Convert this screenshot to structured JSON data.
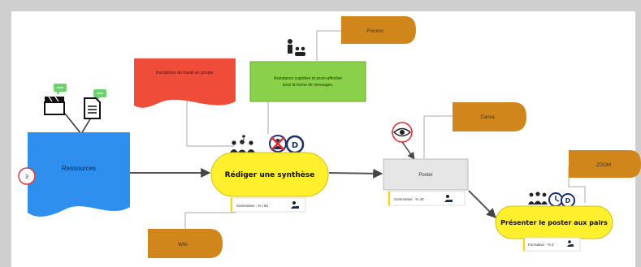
{
  "colors": {
    "background": "#cfcfcf",
    "canvas": "#ffffff",
    "resource_blue": "#2f8fef",
    "orange": "#d1861c",
    "red": "#f04c3a",
    "green": "#8bd04a",
    "yellow": "#ffef2c",
    "grey": "#e6e6e6",
    "chat_green": "#6ad36e",
    "navy": "#1a2f6e",
    "alert_red": "#e02b2b"
  },
  "nodes": {
    "ressources": "Ressources",
    "start_badge": "3",
    "forums": "Forums",
    "inscription": "Inscriptions de travail en groupe",
    "assistance_line1": "Assistance cognitive et socio-affective",
    "assistance_line2": "sous la forme de messages.",
    "rediger": "Rédiger une synthèse",
    "rediger_summary": "Sommative :  % | 60",
    "wiki": "Wiki",
    "canva": "Canva",
    "poster": "Poster",
    "poster_summary": "Sommative :  % 40",
    "zoom": "ZOOM",
    "presenter": "Présenter le poster aux pairs",
    "presenter_summary": "Formative :  % 0",
    "d_badge": "D"
  },
  "icons": [
    "chat-icon",
    "clapperboard-icon",
    "document-icon",
    "teacher-group-icon",
    "group-icon",
    "no-teacher-icon",
    "d-badge-icon",
    "eye-icon",
    "clock-icon",
    "person-icon"
  ]
}
